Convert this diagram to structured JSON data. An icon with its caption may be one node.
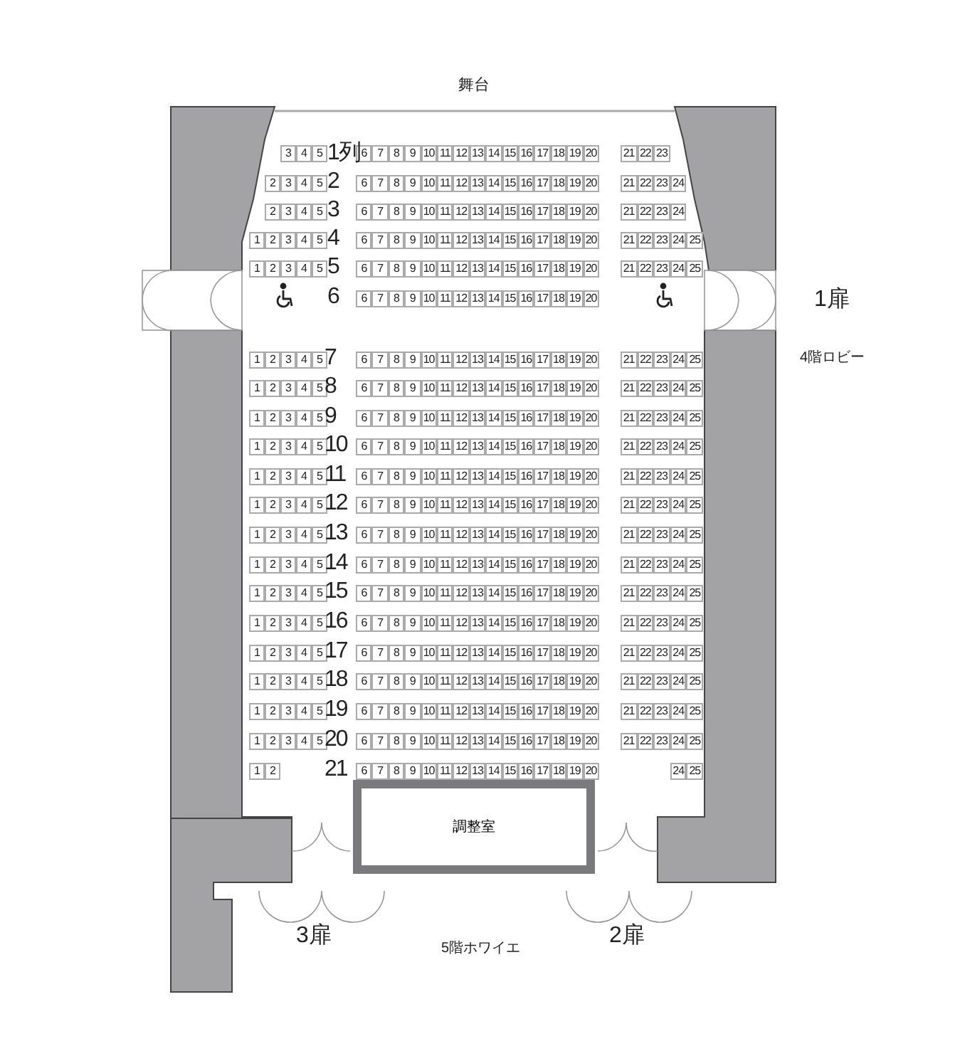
{
  "diagram": {
    "nodes": [
      {
        "text": [
          "3"
        ]
      },
      {
        "text": [
          "4"
        ]
      },
      {
        "text": [
          "5"
        ]
      },
      {
        "text": [
          "6"
        ]
      },
      {
        "text": [
          "7"
        ]
      },
      {
        "text": [
          "8"
        ]
      },
      {
        "text": [
          "9"
        ]
      },
      {
        "text": [
          "10"
        ]
      },
      {
        "text": [
          "11"
        ]
      },
      {
        "text": [
          "12"
        ]
      },
      {
        "text": [
          "13"
        ]
      },
      {
        "text": [
          "14"
        ]
      },
      {
        "text": [
          "15"
        ]
      },
      {
        "text": [
          "16"
        ]
      },
      {
        "text": [
          "17"
        ]
      },
      {
        "text": [
          "18"
        ]
      },
      {
        "text": [
          "19"
        ]
      },
      {
        "text": [
          "20"
        ]
      },
      {
        "text": [
          "21"
        ]
      },
      {
        "text": [
          "22"
        ]
      },
      {
        "text": [
          "23"
        ]
      },
      {
        "text": [
          "2"
        ]
      },
      {
        "text": [
          "3"
        ]
      },
      {
        "text": [
          "4"
        ]
      },
      {
        "text": [
          "5"
        ]
      },
      {
        "text": [
          "6"
        ]
      },
      {
        "text": [
          "7"
        ]
      },
      {
        "text": [
          "8"
        ]
      },
      {
        "text": [
          "9"
        ]
      },
      {
        "text": [
          "10"
        ]
      },
      {
        "text": [
          "11"
        ]
      },
      {
        "text": [
          "12"
        ]
      },
      {
        "text": [
          "13"
        ]
      },
      {
        "text": [
          "14"
        ]
      },
      {
        "text": [
          "15"
        ]
      },
      {
        "text": [
          "16"
        ]
      },
      {
        "text": [
          "17"
        ]
      },
      {
        "text": [
          "18"
        ]
      },
      {
        "text": [
          "19"
        ]
      },
      {
        "text": [
          "20"
        ]
      },
      {
        "text": [
          "21"
        ]
      },
      {
        "text": [
          "22"
        ]
      },
      {
        "text": [
          "23"
        ]
      },
      {
        "text": [
          "24"
        ]
      },
      {
        "text": [
          "2"
        ]
      },
      {
        "text": [
          "3"
        ]
      },
      {
        "text": [
          "4"
        ]
      },
      {
        "text": [
          "5"
        ]
      },
      {
        "text": [
          "6"
        ]
      },
      {
        "text": [
          "7"
        ]
      },
      {
        "text": [
          "8"
        ]
      },
      {
        "text": [
          "9"
        ]
      },
      {
        "text": [
          "10"
        ]
      },
      {
        "text": [
          "11"
        ]
      },
      {
        "text": [
          "12"
        ]
      },
      {
        "text": [
          "13"
        ]
      },
      {
        "text": [
          "14"
        ]
      },
      {
        "text": [
          "15"
        ]
      },
      {
        "text": [
          "16"
        ]
      },
      {
        "text": [
          "17"
        ]
      },
      {
        "text": [
          "18"
        ]
      },
      {
        "text": [
          "19"
        ]
      },
      {
        "text": [
          "20"
        ]
      },
      {
        "text": [
          "21"
        ]
      },
      {
        "text": [
          "22"
        ]
      },
      {
        "text": [
          "23"
        ]
      },
      {
        "text": [
          "24"
        ]
      },
      {
        "text": [
          "1"
        ]
      },
      {
        "text": [
          "2"
        ]
      },
      {
        "text": [
          "3"
        ]
      },
      {
        "text": [
          "4"
        ]
      },
      {
        "text": [
          "5"
        ]
      },
      {
        "text": [
          "6"
        ]
      },
      {
        "text": [
          "7"
        ]
      },
      {
        "text": [
          "8"
        ]
      },
      {
        "text": [
          "9"
        ]
      },
      {
        "text": [
          "10"
        ]
      },
      {
        "text": [
          "11"
        ]
      },
      {
        "text": [
          "12"
        ]
      },
      {
        "text": [
          "13"
        ]
      },
      {
        "text": [
          "14"
        ]
      },
      {
        "text": [
          "15"
        ]
      },
      {
        "text": [
          "16"
        ]
      },
      {
        "text": [
          "17"
        ]
      },
      {
        "text": [
          "18"
        ]
      },
      {
        "text": [
          "19"
        ]
      },
      {
        "text": [
          "20"
        ]
      },
      {
        "text": [
          "21"
        ]
      },
      {
        "text": [
          "22"
        ]
      },
      {
        "text": [
          "23"
        ]
      },
      {
        "text": [
          "24"
        ]
      },
      {
        "text": [
          "25"
        ]
      },
      {
        "text": [
          "1"
        ]
      },
      {
        "text": [
          "2"
        ]
      },
      {
        "text": [
          "3"
        ]
      },
      {
        "text": [
          "4"
        ]
      },
      {
        "text": [
          "5"
        ]
      },
      {
        "text": [
          "6"
        ]
      },
      {
        "text": [
          "7"
        ]
      },
      {
        "text": [
          "8"
        ]
      },
      {
        "text": [
          "9"
        ]
      },
      {
        "text": [
          "10"
        ]
      },
      {
        "text": [
          "11"
        ]
      },
      {
        "text": [
          "12"
        ]
      },
      {
        "text": [
          "13"
        ]
      },
      {
        "text": [
          "14"
        ]
      },
      {
        "text": [
          "15"
        ]
      },
      {
        "text": [
          "16"
        ]
      },
      {
        "text": [
          "17"
        ]
      },
      {
        "text": [
          "18"
        ]
      },
      {
        "text": [
          "19"
        ]
      },
      {
        "text": [
          "20"
        ]
      },
      {
        "text": [
          "21"
        ]
      },
      {
        "text": [
          "22"
        ]
      },
      {
        "text": [
          "23"
        ]
      },
      {
        "text": [
          "24"
        ]
      },
      {
        "text": [
          "25"
        ]
      },
      {
        "text": [
          "6"
        ]
      },
      {
        "text": [
          "7"
        ]
      },
      {
        "text": [
          "8"
        ]
      },
      {
        "text": [
          "9"
        ]
      },
      {
        "text": [
          "10"
        ]
      },
      {
        "text": [
          "11"
        ]
      },
      {
        "text": [
          "12"
        ]
      },
      {
        "text": [
          "13"
        ]
      },
      {
        "text": [
          "14"
        ]
      },
      {
        "text": [
          "15"
        ]
      },
      {
        "text": [
          "16"
        ]
      },
      {
        "text": [
          "17"
        ]
      },
      {
        "text": [
          "18"
        ]
      },
      {
        "text": [
          "19"
        ]
      },
      {
        "text": [
          "20"
        ]
      },
      {
        "text": [
          "1"
        ]
      },
      {
        "text": [
          "2"
        ]
      },
      {
        "text": [
          "3"
        ]
      },
      {
        "text": [
          "4"
        ]
      },
      {
        "text": [
          "5"
        ]
      },
      {
        "text": [
          "6"
        ]
      },
      {
        "text": [
          "7"
        ]
      },
      {
        "text": [
          "8"
        ]
      },
      {
        "text": [
          "9"
        ]
      },
      {
        "text": [
          "10"
        ]
      },
      {
        "text": [
          "11"
        ]
      },
      {
        "text": [
          "12"
        ]
      },
      {
        "text": [
          "13"
        ]
      },
      {
        "text": [
          "14"
        ]
      },
      {
        "text": [
          "15"
        ]
      },
      {
        "text": [
          "16"
        ]
      },
      {
        "text": [
          "17"
        ]
      },
      {
        "text": [
          "18"
        ]
      },
      {
        "text": [
          "19"
        ]
      },
      {
        "text": [
          "20"
        ]
      },
      {
        "text": [
          "21"
        ]
      },
      {
        "text": [
          "22"
        ]
      },
      {
        "text": [
          "23"
        ]
      },
      {
        "text": [
          "24"
        ]
      },
      {
        "text": [
          "25"
        ]
      },
      {
        "text": [
          "1"
        ]
      },
      {
        "text": [
          "2"
        ]
      },
      {
        "text": [
          "3"
        ]
      },
      {
        "text": [
          "4"
        ]
      },
      {
        "text": [
          "5"
        ]
      },
      {
        "text": [
          "6"
        ]
      },
      {
        "text": [
          "7"
        ]
      },
      {
        "text": [
          "8"
        ]
      },
      {
        "text": [
          "9"
        ]
      },
      {
        "text": [
          "10"
        ]
      },
      {
        "text": [
          "11"
        ]
      },
      {
        "text": [
          "12"
        ]
      },
      {
        "text": [
          "13"
        ]
      },
      {
        "text": [
          "14"
        ]
      },
      {
        "text": [
          "15"
        ]
      },
      {
        "text": [
          "16"
        ]
      },
      {
        "text": [
          "17"
        ]
      },
      {
        "text": [
          "18"
        ]
      },
      {
        "text": [
          "19"
        ]
      },
      {
        "text": [
          "20"
        ]
      },
      {
        "text": [
          "21"
        ]
      },
      {
        "text": [
          "22"
        ]
      },
      {
        "text": [
          "23"
        ]
      },
      {
        "text": [
          "24"
        ]
      },
      {
        "text": [
          "25"
        ]
      },
      {
        "text": [
          "1"
        ]
      },
      {
        "text": [
          "2"
        ]
      },
      {
        "text": [
          "3"
        ]
      },
      {
        "text": [
          "4"
        ]
      },
      {
        "text": [
          "5"
        ]
      },
      {
        "text": [
          "6"
        ]
      },
      {
        "text": [
          "7"
        ]
      },
      {
        "text": [
          "8"
        ]
      },
      {
        "text": [
          "9"
        ]
      },
      {
        "text": [
          "10"
        ]
      },
      {
        "text": [
          "11"
        ]
      },
      {
        "text": [
          "12"
        ]
      },
      {
        "text": [
          "13"
        ]
      },
      {
        "text": [
          "14"
        ]
      },
      {
        "text": [
          "15"
        ]
      },
      {
        "text": [
          "16"
        ]
      },
      {
        "text": [
          "17"
        ]
      },
      {
        "text": [
          "18"
        ]
      },
      {
        "text": [
          "19"
        ]
      },
      {
        "text": [
          "20"
        ]
      },
      {
        "text": [
          "21"
        ]
      },
      {
        "text": [
          "22"
        ]
      },
      {
        "text": [
          "23"
        ]
      },
      {
        "text": [
          "24"
        ]
      },
      {
        "text": [
          "25"
        ]
      },
      {
        "text": [
          "1"
        ]
      },
      {
        "text": [
          "2"
        ]
      },
      {
        "text": [
          "3"
        ]
      },
      {
        "text": [
          "4"
        ]
      },
      {
        "text": [
          "5"
        ]
      },
      {
        "text": [
          "6"
        ]
      },
      {
        "text": [
          "7"
        ]
      },
      {
        "text": [
          "8"
        ]
      },
      {
        "text": [
          "9"
        ]
      },
      {
        "text": [
          "10"
        ]
      },
      {
        "text": [
          "11"
        ]
      },
      {
        "text": [
          "12"
        ]
      },
      {
        "text": [
          "13"
        ]
      },
      {
        "text": [
          "14"
        ]
      },
      {
        "text": [
          "15"
        ]
      },
      {
        "text": [
          "16"
        ]
      },
      {
        "text": [
          "17"
        ]
      },
      {
        "text": [
          "18"
        ]
      },
      {
        "text": [
          "19"
        ]
      },
      {
        "text": [
          "20"
        ]
      },
      {
        "text": [
          "21"
        ]
      },
      {
        "text": [
          "22"
        ]
      },
      {
        "text": [
          "23"
        ]
      },
      {
        "text": [
          "24"
        ]
      },
      {
        "text": [
          "25"
        ]
      },
      {
        "text": [
          "1"
        ]
      },
      {
        "text": [
          "2"
        ]
      },
      {
        "text": [
          "3"
        ]
      },
      {
        "text": [
          "4"
        ]
      },
      {
        "text": [
          "5"
        ]
      },
      {
        "text": [
          "6"
        ]
      },
      {
        "text": [
          "7"
        ]
      },
      {
        "text": [
          "8"
        ]
      },
      {
        "text": [
          "9"
        ]
      },
      {
        "text": [
          "10"
        ]
      },
      {
        "text": [
          "11"
        ]
      },
      {
        "text": [
          "12"
        ]
      },
      {
        "text": [
          "13"
        ]
      },
      {
        "text": [
          "14"
        ]
      },
      {
        "text": [
          "15"
        ]
      },
      {
        "text": [
          "16"
        ]
      },
      {
        "text": [
          "17"
        ]
      },
      {
        "text": [
          "18"
        ]
      },
      {
        "text": [
          "19"
        ]
      },
      {
        "text": [
          "20"
        ]
      },
      {
        "text": [
          "21"
        ]
      },
      {
        "text": [
          "22"
        ]
      },
      {
        "text": [
          "23"
        ]
      },
      {
        "text": [
          "24"
        ]
      },
      {
        "text": [
          "25"
        ]
      },
      {
        "text": [
          "1"
        ]
      },
      {
        "text": [
          "2"
        ]
      },
      {
        "text": [
          "3"
        ]
      },
      {
        "text": [
          "4"
        ]
      },
      {
        "text": [
          "5"
        ]
      },
      {
        "text": [
          "6"
        ]
      },
      {
        "text": [
          "7"
        ]
      },
      {
        "text": [
          "8"
        ]
      },
      {
        "text": [
          "9"
        ]
      },
      {
        "text": [
          "10"
        ]
      },
      {
        "text": [
          "11"
        ]
      },
      {
        "text": [
          "12"
        ]
      },
      {
        "text": [
          "13"
        ]
      },
      {
        "text": [
          "14"
        ]
      },
      {
        "text": [
          "15"
        ]
      },
      {
        "text": [
          "16"
        ]
      },
      {
        "text": [
          "17"
        ]
      },
      {
        "text": [
          "18"
        ]
      },
      {
        "text": [
          "19"
        ]
      },
      {
        "text": [
          "20"
        ]
      },
      {
        "text": [
          "21"
        ]
      },
      {
        "text": [
          "22"
        ]
      },
      {
        "text": [
          "23"
        ]
      },
      {
        "text": [
          "24"
        ]
      },
      {
        "text": [
          "25"
        ]
      },
      {
        "text": [
          "1"
        ]
      },
      {
        "text": [
          "2"
        ]
      },
      {
        "text": [
          "3"
        ]
      },
      {
        "text": [
          "4"
        ]
      },
      {
        "text": [
          "5"
        ]
      },
      {
        "text": [
          "6"
        ]
      },
      {
        "text": [
          "7"
        ]
      },
      {
        "text": [
          "8"
        ]
      },
      {
        "text": [
          "9"
        ]
      },
      {
        "text": [
          "10"
        ]
      },
      {
        "text": [
          "11"
        ]
      },
      {
        "text": [
          "12"
        ]
      },
      {
        "text": [
          "13"
        ]
      },
      {
        "text": [
          "14"
        ]
      },
      {
        "text": [
          "15"
        ]
      },
      {
        "text": [
          "16"
        ]
      },
      {
        "text": [
          "17"
        ]
      },
      {
        "text": [
          "18"
        ]
      },
      {
        "text": [
          "19"
        ]
      },
      {
        "text": [
          "20"
        ]
      },
      {
        "text": [
          "21"
        ]
      },
      {
        "text": [
          "22"
        ]
      },
      {
        "text": [
          "23"
        ]
      },
      {
        "text": [
          "24"
        ]
      },
      {
        "text": [
          "25"
        ]
      },
      {
        "text": [
          "1"
        ]
      },
      {
        "text": [
          "2"
        ]
      },
      {
        "text": [
          "3"
        ]
      },
      {
        "text": [
          "4"
        ]
      },
      {
        "text": [
          "5"
        ]
      },
      {
        "text": [
          "6"
        ]
      },
      {
        "text": [
          "7"
        ]
      },
      {
        "text": [
          "8"
        ]
      },
      {
        "text": [
          "9"
        ]
      },
      {
        "text": [
          "10"
        ]
      },
      {
        "text": [
          "11"
        ]
      },
      {
        "text": [
          "12"
        ]
      },
      {
        "text": [
          "13"
        ]
      },
      {
        "text": [
          "14"
        ]
      },
      {
        "text": [
          "15"
        ]
      },
      {
        "text": [
          "16"
        ]
      },
      {
        "text": [
          "17"
        ]
      },
      {
        "text": [
          "18"
        ]
      },
      {
        "text": [
          "19"
        ]
      },
      {
        "text": [
          "20"
        ]
      },
      {
        "text": [
          "21"
        ]
      },
      {
        "text": [
          "22"
        ]
      },
      {
        "text": [
          "23"
        ]
      },
      {
        "text": [
          "24"
        ]
      },
      {
        "text": [
          "25"
        ]
      },
      {
        "text": [
          "1"
        ]
      },
      {
        "text": [
          "2"
        ]
      },
      {
        "text": [
          "3"
        ]
      },
      {
        "text": [
          "4"
        ]
      },
      {
        "text": [
          "5"
        ]
      },
      {
        "text": [
          "6"
        ]
      },
      {
        "text": [
          "7"
        ]
      },
      {
        "text": [
          "8"
        ]
      },
      {
        "text": [
          "9"
        ]
      },
      {
        "text": [
          "10"
        ]
      },
      {
        "text": [
          "11"
        ]
      },
      {
        "text": [
          "12"
        ]
      },
      {
        "text": [
          "13"
        ]
      },
      {
        "text": [
          "14"
        ]
      },
      {
        "text": [
          "15"
        ]
      },
      {
        "text": [
          "16"
        ]
      },
      {
        "text": [
          "17"
        ]
      },
      {
        "text": [
          "18"
        ]
      },
      {
        "text": [
          "19"
        ]
      },
      {
        "text": [
          "20"
        ]
      },
      {
        "text": [
          "21"
        ]
      },
      {
        "text": [
          "22"
        ]
      },
      {
        "text": [
          "23"
        ]
      },
      {
        "text": [
          "24"
        ]
      },
      {
        "text": [
          "25"
        ]
      },
      {
        "text": [
          "1"
        ]
      },
      {
        "text": [
          "2"
        ]
      },
      {
        "text": [
          "3"
        ]
      },
      {
        "text": [
          "4"
        ]
      },
      {
        "text": [
          "5"
        ]
      },
      {
        "text": [
          "6"
        ]
      },
      {
        "text": [
          "7"
        ]
      },
      {
        "text": [
          "8"
        ]
      },
      {
        "text": [
          "9"
        ]
      },
      {
        "text": [
          "10"
        ]
      },
      {
        "text": [
          "11"
        ]
      },
      {
        "text": [
          "12"
        ]
      },
      {
        "text": [
          "13"
        ]
      },
      {
        "text": [
          "14"
        ]
      },
      {
        "text": [
          "15"
        ]
      },
      {
        "text": [
          "16"
        ]
      },
      {
        "text": [
          "17"
        ]
      },
      {
        "text": [
          "18"
        ]
      },
      {
        "text": [
          "19"
        ]
      },
      {
        "text": [
          "20"
        ]
      },
      {
        "text": [
          "21"
        ]
      },
      {
        "text": [
          "22"
        ]
      },
      {
        "text": [
          "23"
        ]
      },
      {
        "text": [
          "24"
        ]
      },
      {
        "text": [
          "25"
        ]
      },
      {
        "text": [
          "1"
        ]
      },
      {
        "text": [
          "2"
        ]
      },
      {
        "text": [
          "3"
        ]
      },
      {
        "text": [
          "4"
        ]
      },
      {
        "text": [
          "5"
        ]
      },
      {
        "text": [
          "6"
        ]
      },
      {
        "text": [
          "7"
        ]
      },
      {
        "text": [
          "8"
        ]
      },
      {
        "text": [
          "9"
        ]
      },
      {
        "text": [
          "10"
        ]
      },
      {
        "text": [
          "11"
        ]
      },
      {
        "text": [
          "12"
        ]
      },
      {
        "text": [
          "13"
        ]
      },
      {
        "text": [
          "14"
        ]
      },
      {
        "text": [
          "15"
        ]
      },
      {
        "text": [
          "16"
        ]
      },
      {
        "text": [
          "17"
        ]
      },
      {
        "text": [
          "18"
        ]
      },
      {
        "text": [
          "19"
        ]
      },
      {
        "text": [
          "20"
        ]
      },
      {
        "text": [
          "21"
        ]
      },
      {
        "text": [
          "22"
        ]
      },
      {
        "text": [
          "23"
        ]
      },
      {
        "text": [
          "24"
        ]
      },
      {
        "text": [
          "25"
        ]
      },
      {
        "text": [
          "1"
        ]
      },
      {
        "text": [
          "2"
        ]
      },
      {
        "text": [
          "3"
        ]
      },
      {
        "text": [
          "4"
        ]
      },
      {
        "text": [
          "5"
        ]
      },
      {
        "text": [
          "6"
        ]
      },
      {
        "text": [
          "7"
        ]
      },
      {
        "text": [
          "8"
        ]
      },
      {
        "text": [
          "9"
        ]
      },
      {
        "text": [
          "10"
        ]
      },
      {
        "text": [
          "11"
        ]
      },
      {
        "text": [
          "12"
        ]
      },
      {
        "text": [
          "13"
        ]
      },
      {
        "text": [
          "14"
        ]
      },
      {
        "text": [
          "15"
        ]
      },
      {
        "text": [
          "16"
        ]
      },
      {
        "text": [
          "17"
        ]
      },
      {
        "text": [
          "18"
        ]
      },
      {
        "text": [
          "19"
        ]
      },
      {
        "text": [
          "20"
        ]
      },
      {
        "text": [
          "21"
        ]
      },
      {
        "text": [
          "22"
        ]
      },
      {
        "text": [
          "23"
        ]
      },
      {
        "text": [
          "24"
        ]
      },
      {
        "text": [
          "25"
        ]
      },
      {
        "text": [
          "1"
        ]
      },
      {
        "text": [
          "2"
        ]
      },
      {
        "text": [
          "3"
        ]
      },
      {
        "text": [
          "4"
        ]
      },
      {
        "text": [
          "5"
        ]
      },
      {
        "text": [
          "6"
        ]
      },
      {
        "text": [
          "7"
        ]
      },
      {
        "text": [
          "8"
        ]
      },
      {
        "text": [
          "9"
        ]
      },
      {
        "text": [
          "10"
        ]
      },
      {
        "text": [
          "11"
        ]
      },
      {
        "text": [
          "12"
        ]
      },
      {
        "text": [
          "13"
        ]
      },
      {
        "text": [
          "14"
        ]
      },
      {
        "text": [
          "15"
        ]
      },
      {
        "text": [
          "16"
        ]
      },
      {
        "text": [
          "17"
        ]
      },
      {
        "text": [
          "18"
        ]
      },
      {
        "text": [
          "19"
        ]
      },
      {
        "text": [
          "20"
        ]
      },
      {
        "text": [
          "21"
        ]
      },
      {
        "text": [
          "22"
        ]
      },
      {
        "text": [
          "23"
        ]
      },
      {
        "text": [
          "24"
        ]
      },
      {
        "text": [
          "25"
        ]
      },
      {
        "text": [
          "1"
        ]
      },
      {
        "text": [
          "2"
        ]
      },
      {
        "text": [
          "3"
        ]
      },
      {
        "text": [
          "4"
        ]
      },
      {
        "text": [
          "5"
        ]
      },
      {
        "text": [
          "6"
        ]
      },
      {
        "text": [
          "7"
        ]
      },
      {
        "text": [
          "8"
        ]
      },
      {
        "text": [
          "9"
        ]
      },
      {
        "text": [
          "10"
        ]
      },
      {
        "text": [
          "11"
        ]
      },
      {
        "text": [
          "12"
        ]
      },
      {
        "text": [
          "13"
        ]
      },
      {
        "text": [
          "14"
        ]
      },
      {
        "text": [
          "15"
        ]
      },
      {
        "text": [
          "16"
        ]
      },
      {
        "text": [
          "17"
        ]
      },
      {
        "text": [
          "18"
        ]
      },
      {
        "text": [
          "19"
        ]
      },
      {
        "text": [
          "20"
        ]
      },
      {
        "text": [
          "21"
        ]
      },
      {
        "text": [
          "22"
        ]
      },
      {
        "text": [
          "23"
        ]
      },
      {
        "text": [
          "24"
        ]
      },
      {
        "text": [
          "25"
        ]
      },
      {
        "text": [
          "1"
        ]
      },
      {
        "text": [
          "2"
        ]
      },
      {
        "text": [
          "6"
        ]
      },
      {
        "text": [
          "7"
        ]
      },
      {
        "text": [
          "8"
        ]
      },
      {
        "text": [
          "9"
        ]
      },
      {
        "text": [
          "10"
        ]
      },
      {
        "text": [
          "11"
        ]
      },
      {
        "text": [
          "12"
        ]
      },
      {
        "text": [
          "13"
        ]
      },
      {
        "text": [
          "14"
        ]
      },
      {
        "text": [
          "15"
        ]
      },
      {
        "text": [
          "16"
        ]
      },
      {
        "text": [
          "17"
        ]
      },
      {
        "text": [
          "18"
        ]
      },
      {
        "text": [
          "19"
        ]
      },
      {
        "text": [
          "20"
        ]
      },
      {
        "text": [
          "24"
        ]
      },
      {
        "text": [
          "25"
        ]
      },
      {
        "text": [
          "調整室"
        ]
      }
    ],
    "labels": [
      "舞台",
      "1列",
      "2",
      "3",
      "4",
      "5",
      "6",
      "1扉",
      "4階ロビー",
      "7",
      "8",
      "9",
      "10",
      "11",
      "12",
      "13",
      "14",
      "15",
      "16",
      "17",
      "18",
      "19",
      "20",
      "21",
      "3扉",
      "5階ホワイエ",
      "2扉"
    ]
  }
}
